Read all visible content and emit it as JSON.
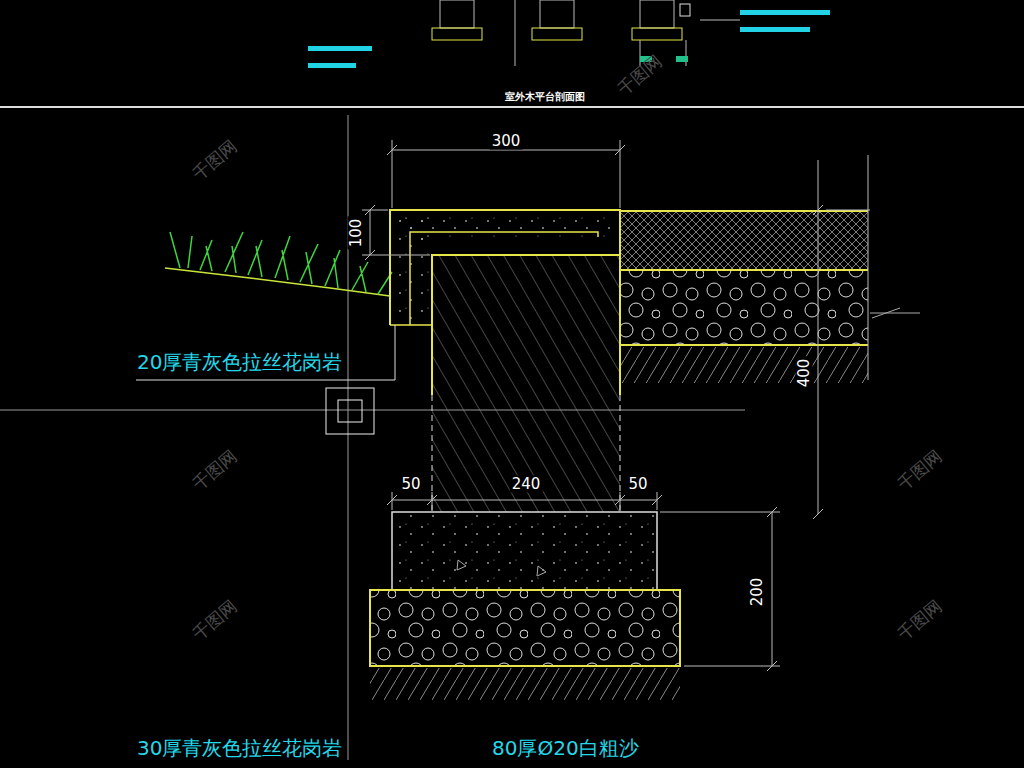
{
  "diagram": {
    "labels": [
      "室外木平台剖面图",
      "300",
      "100",
      "20厚青灰色拉丝花岗岩",
      "400",
      "50",
      "240",
      "50",
      "200",
      "30厚青灰色拉丝花岗岩",
      "80厚Ø20白粗沙",
      "千图网",
      "千图网",
      "千图网",
      "千图网",
      "千图网",
      "千图网"
    ]
  }
}
